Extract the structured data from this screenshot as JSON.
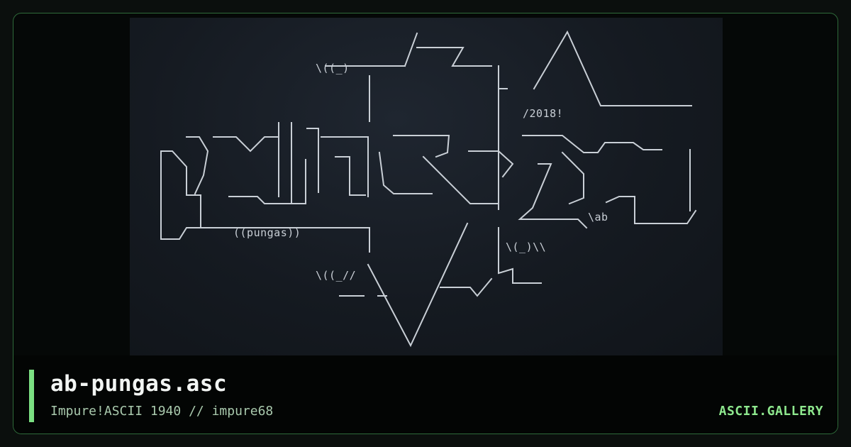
{
  "artwork": {
    "label_pungas": "((pungas))",
    "label_year": "/2018!",
    "label_ab": "\\ab",
    "label_sparkle_top": "\\((_)",
    "label_sparkle_bottom": "\\((_//",
    "label_sparkle_right": "\\(_)\\\\",
    "line_color": "#c9cfd6"
  },
  "footer": {
    "title": "ab-pungas.asc",
    "subtitle": "Impure!ASCII 1940 // impure68",
    "brand": "ASCII.GALLERY",
    "accent_color": "#7be082"
  }
}
